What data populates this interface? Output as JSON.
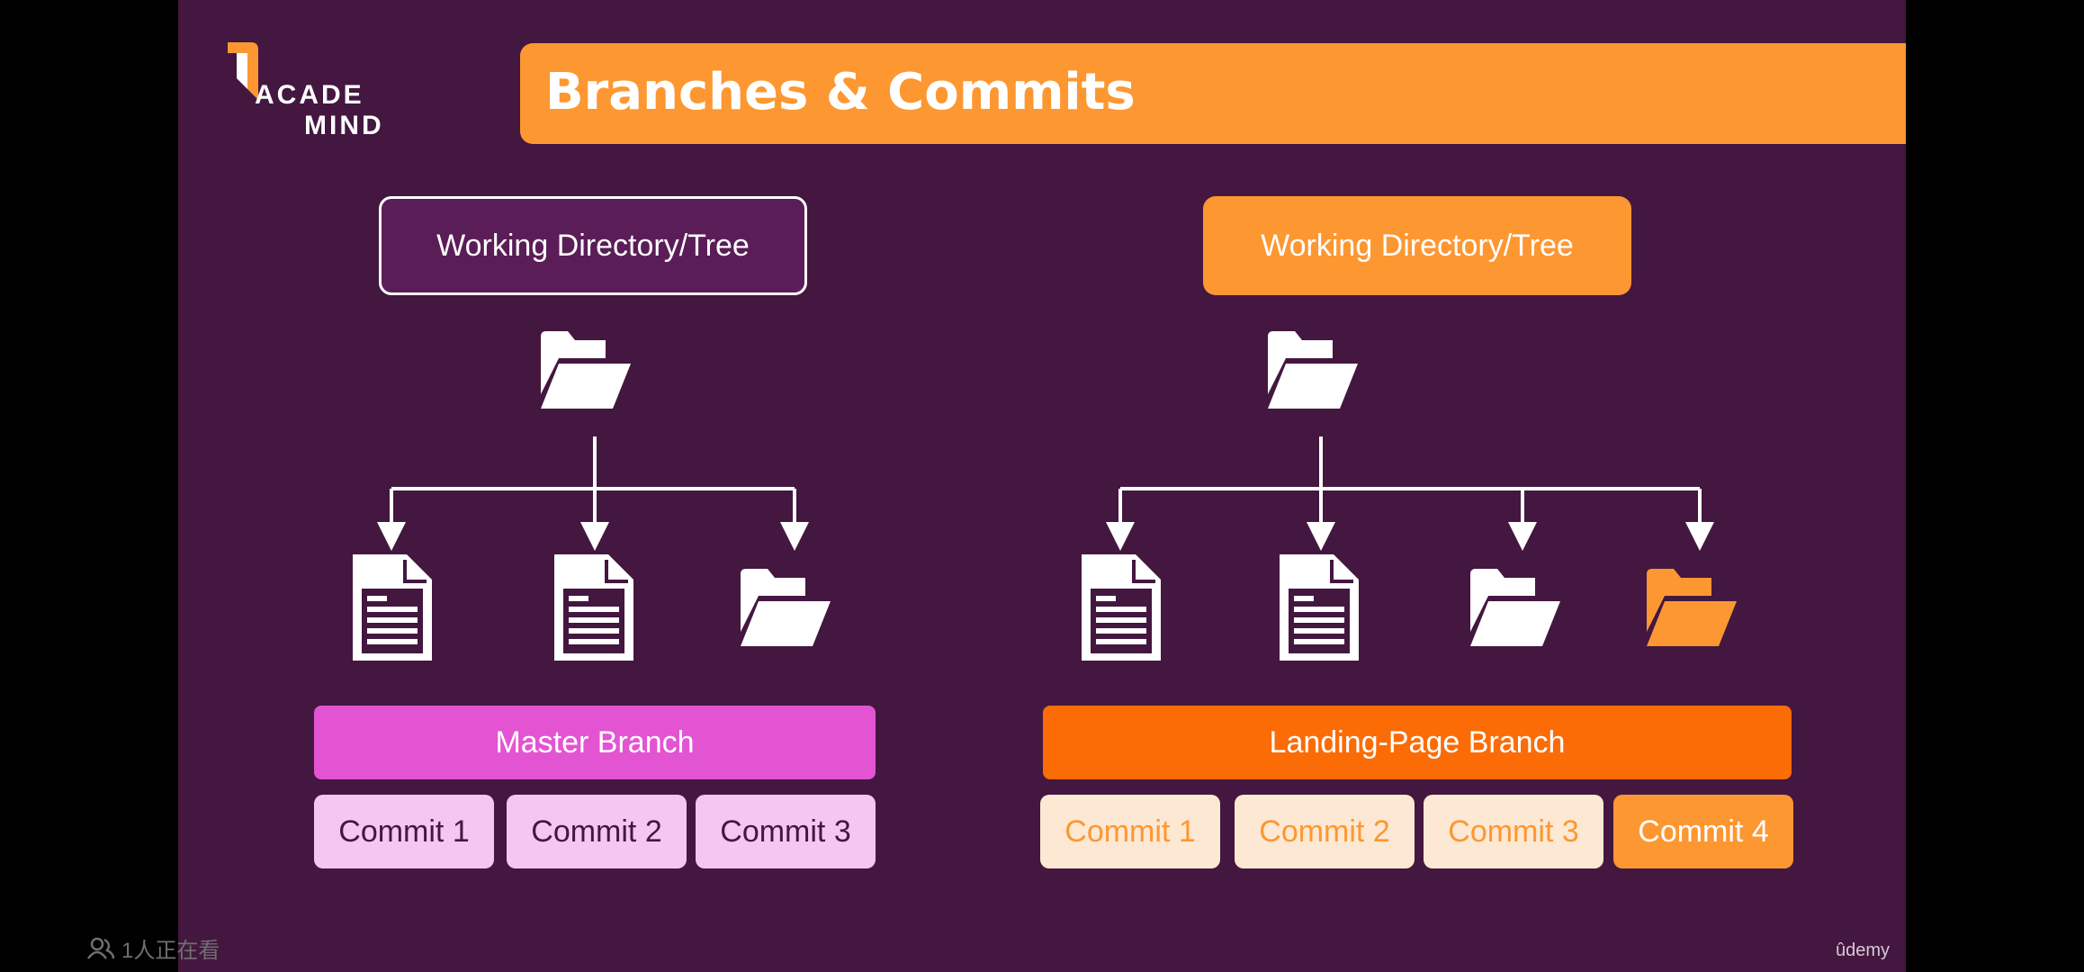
{
  "title": "Branches & Commits",
  "logo": {
    "line1": "ACADE",
    "line2": "MIND"
  },
  "left": {
    "working_dir": "Working Directory/Tree",
    "branch": "Master Branch",
    "commits": [
      "Commit 1",
      "Commit 2",
      "Commit 3"
    ]
  },
  "right": {
    "working_dir": "Working Directory/Tree",
    "branch": "Landing-Page Branch",
    "commits": [
      "Commit 1",
      "Commit 2",
      "Commit 3",
      "Commit 4"
    ]
  },
  "overlay": {
    "viewers": "1人正在看",
    "watermark": "ûdemy"
  },
  "colors": {
    "background": "#431740",
    "accent_orange": "#fd9731",
    "master_branch": "#e354d3",
    "landing_branch": "#fb6c07"
  }
}
